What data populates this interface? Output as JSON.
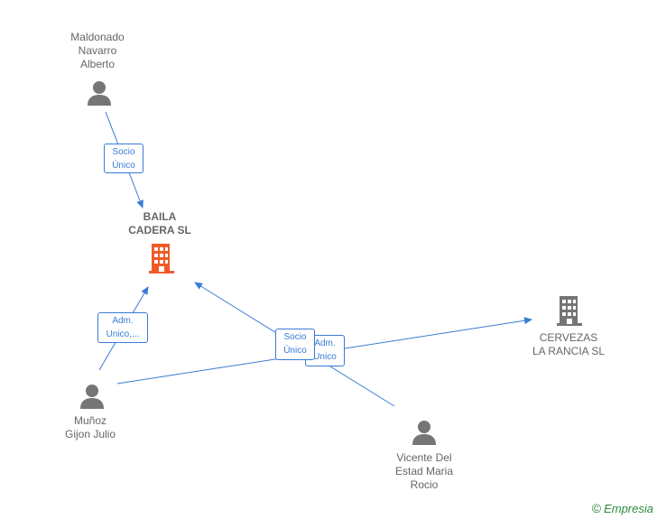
{
  "nodes": {
    "maldonado": {
      "label": "Maldonado\nNavarro\nAlberto",
      "icon": "person-icon"
    },
    "baila": {
      "label": "BAILA\nCADERA  SL",
      "icon": "building-icon",
      "color": "#f05a28"
    },
    "cervezas": {
      "label": "CERVEZAS\nLA RANCIA  SL",
      "icon": "building-icon",
      "color": "#757575"
    },
    "munoz": {
      "label": "Muñoz\nGijon Julio",
      "icon": "person-icon"
    },
    "vicente": {
      "label": "Vicente Del\nEstad Maria\nRocio",
      "icon": "person-icon"
    }
  },
  "edges": {
    "maldonado_baila": "Socio\nÚnico",
    "munoz_baila": "Adm.\nUnico,...",
    "vicente_baila": "Socio\nÚnico",
    "munoz_cervezas": "Adm.\nUnico"
  },
  "colors": {
    "edge": "#3a7bd5",
    "person": "#757575"
  },
  "brand": {
    "copyright": "©",
    "name": "Empresia"
  }
}
